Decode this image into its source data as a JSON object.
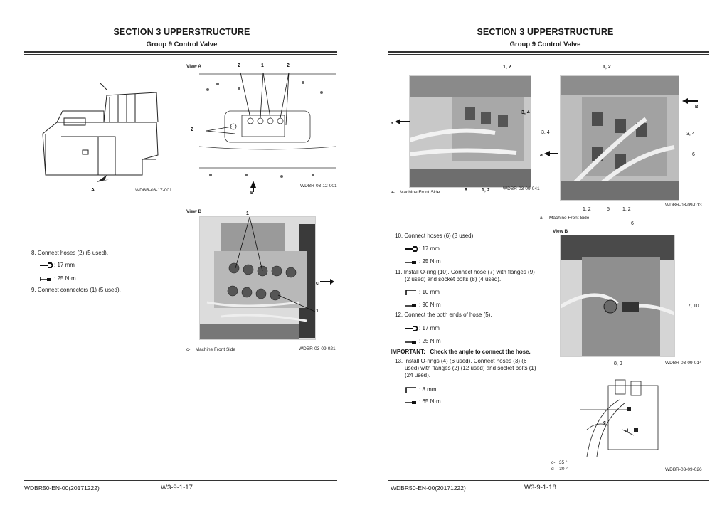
{
  "left": {
    "section": "SECTION 3 UPPERSTRUCTURE",
    "group": "Group 9 Control Valve",
    "fig1": {
      "marker": "A",
      "id": "WDBR-03-17-001"
    },
    "fig2": {
      "title": "View A",
      "labels": {
        "l2a": "2",
        "l1": "1",
        "l2b": "2",
        "l2c": "2",
        "b": "B"
      },
      "id": "WDBR-03-12-001"
    },
    "fig3": {
      "title": "View B",
      "labels": {
        "l1a": "1",
        "l1b": "1",
        "c": "c"
      },
      "caption_code": "c-",
      "caption_text": "Machine Front Side",
      "id": "WDBR-03-09-021"
    },
    "steps": [
      {
        "text": "8.  Connect hoses (2) (5 used)."
      },
      {
        "tool": ": 17 mm",
        "icon": "wrench-icon"
      },
      {
        "tool": ": 25 N·m",
        "icon": "torque-wrench-icon"
      },
      {
        "text": "9.  Connect connectors (1) (5 used)."
      }
    ],
    "footer_code": "WDBR50-EN-00(20171222)",
    "page_number": "W3-9-1-17"
  },
  "right": {
    "section": "SECTION 3 UPPERSTRUCTURE",
    "group": "Group 9 Control Valve",
    "fig1": {
      "labels": {
        "l12": "1, 2",
        "l34": "3, 4",
        "a": "a",
        "l6": "6",
        "l12b": "1, 2"
      },
      "caption_code": "a-",
      "caption_text": "Machine Front Side",
      "id": "WDBR-03-09-041"
    },
    "fig2": {
      "labels": {
        "l12": "1, 2",
        "b": "B",
        "l34a": "3, 4",
        "l34b": "3, 4",
        "a": "a",
        "l6": "6",
        "l12c": "1, 2",
        "l5": "5",
        "l12d": "1, 2"
      },
      "caption_code": "a-",
      "caption_text": "Machine Front Side",
      "id": "WDBR-03-09-013"
    },
    "fig3": {
      "title": "View B",
      "labels": {
        "l6": "6",
        "l710": "7, 10",
        "l89": "8, 9"
      },
      "id": "WDBR-03-09-014"
    },
    "fig4": {
      "labels": {
        "c": "c",
        "d": "d"
      },
      "caption_c_code": "c-",
      "caption_c_val": "35 °",
      "caption_d_code": "d-",
      "caption_d_val": "30 °",
      "id": "WDBR-03-09-026"
    },
    "steps": {
      "s10": "10.  Connect hoses (6) (3 used).",
      "s10_t1": ": 17 mm",
      "s10_t2": ": 25 N·m",
      "s11a": "11.  Install O-ring (10). Connect hose (7) with flanges (9)",
      "s11b": "(2 used) and socket bolts (8) (4 used).",
      "s11_t1": ": 10 mm",
      "s11_t2": ": 90 N·m",
      "s12": "12.  Connect the both ends of hose (5).",
      "s12_t1": ": 17 mm",
      "s12_t2": ": 25 N·m",
      "important_label": "IMPORTANT:",
      "important_text": "Check the angle to connect the hose.",
      "s13a": "13.  Install O-rings (4) (6 used). Connect hoses (3) (6",
      "s13b": "used) with flanges (2) (12 used) and socket bolts (1)",
      "s13c": "(24 used).",
      "s13_t1": ": 8 mm",
      "s13_t2": ": 65 N·m"
    },
    "footer_code": "WDBR50-EN-00(20171222)",
    "page_number": "W3-9-1-18"
  }
}
